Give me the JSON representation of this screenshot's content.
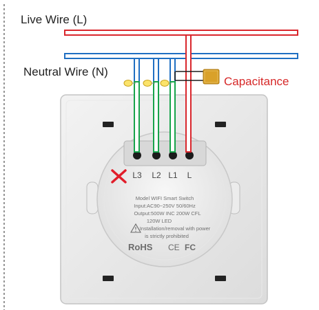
{
  "labels": {
    "live_wire": "Live Wire (L)",
    "neutral_wire": "Neutral Wire (N)",
    "capacitance": "Capacitance"
  },
  "terminals": [
    "L3",
    "L2",
    "L1",
    "L"
  ],
  "device_label": {
    "line1": "Model WIFI Smart Switch",
    "line2": "Input:AC90~250V 50/60Hz",
    "line3": "Output:500W INC 200W CFL",
    "line4": "120W LED",
    "line5": "Installation/removal with power",
    "line6": "is strictly prohibited",
    "rohs": "RoHS",
    "ce": "CE",
    "fc": "FC"
  },
  "colors": {
    "live": "#d9262c",
    "neutral": "#1f6fc2",
    "load": "#16a34a",
    "capacitor": "#d9a12a",
    "capacitance_text": "#d62828",
    "label_text": "#222222",
    "warning_mark": "#e11d2a"
  },
  "icons": {
    "warning": "warning-triangle-icon",
    "no_connection": "cross-mark-icon"
  }
}
